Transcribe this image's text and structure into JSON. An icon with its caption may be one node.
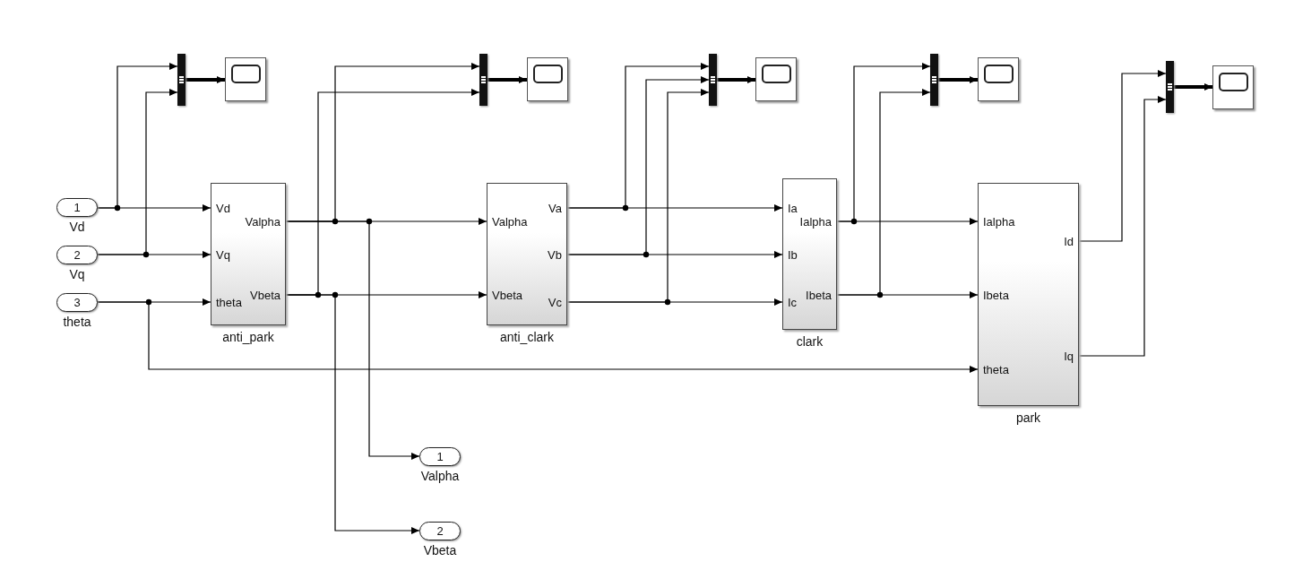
{
  "diagram": {
    "nodes": [
      {
        "text": [
          "1"
        ],
        "beside": [
          "Vd"
        ]
      },
      {
        "text": [
          "2"
        ],
        "beside": [
          "Vq"
        ]
      },
      {
        "text": [
          "3"
        ],
        "beside": [
          "theta"
        ]
      },
      {
        "text": [],
        "shape": "bar"
      },
      {
        "text": [],
        "shape": "box"
      },
      {
        "text": [
          "Vd",
          "Vq",
          "theta",
          "Valpha",
          "Vbeta"
        ],
        "beside": [
          "anti_park"
        ]
      },
      {
        "text": [],
        "shape": "bar"
      },
      {
        "text": [],
        "shape": "box"
      },
      {
        "text": [
          "Valpha",
          "Vbeta",
          "Va",
          "Vb",
          "Vc"
        ],
        "beside": [
          "anti_clark"
        ]
      },
      {
        "text": [
          "1"
        ],
        "beside": [
          "Valpha"
        ]
      },
      {
        "text": [
          "2"
        ],
        "beside": [
          "Vbeta"
        ]
      },
      {
        "text": [],
        "shape": "bar"
      },
      {
        "text": [],
        "shape": "box"
      },
      {
        "text": [
          "Ia",
          "Ib",
          "Ic",
          "Ialpha",
          "Ibeta"
        ],
        "beside": [
          "clark"
        ]
      },
      {
        "text": [],
        "shape": "bar"
      },
      {
        "text": [],
        "shape": "box"
      },
      {
        "text": [
          "Ialpha",
          "Ibeta",
          "theta",
          "Id",
          "Iq"
        ],
        "beside": [
          "park"
        ]
      },
      {
        "text": [],
        "shape": "bar"
      },
      {
        "text": [],
        "shape": "box"
      }
    ],
    "edges": [
      {
        "from": 0,
        "to": 5,
        "arrow": "to"
      },
      {
        "from": 0,
        "to": 3,
        "arrow": "to"
      },
      {
        "from": 1,
        "to": 5,
        "arrow": "to"
      },
      {
        "from": 1,
        "to": 3,
        "arrow": "to"
      },
      {
        "from": 2,
        "to": 5,
        "arrow": "to"
      },
      {
        "from": 2,
        "to": 16,
        "arrow": "to"
      },
      {
        "from": 3,
        "to": 4,
        "arrow": "to",
        "style": "thick"
      },
      {
        "from": 5,
        "to": 8,
        "arrow": "to"
      },
      {
        "from": 5,
        "to": 6,
        "arrow": "to"
      },
      {
        "from": 5,
        "to": 9,
        "arrow": "to"
      },
      {
        "from": 5,
        "to": 8,
        "arrow": "to"
      },
      {
        "from": 5,
        "to": 6,
        "arrow": "to"
      },
      {
        "from": 5,
        "to": 10,
        "arrow": "to"
      },
      {
        "from": 6,
        "to": 7,
        "arrow": "to",
        "style": "thick"
      },
      {
        "from": 8,
        "to": 13,
        "arrow": "to"
      },
      {
        "from": 8,
        "to": 11,
        "arrow": "to"
      },
      {
        "from": 8,
        "to": 13,
        "arrow": "to"
      },
      {
        "from": 8,
        "to": 11,
        "arrow": "to"
      },
      {
        "from": 8,
        "to": 13,
        "arrow": "to"
      },
      {
        "from": 8,
        "to": 11,
        "arrow": "to"
      },
      {
        "from": 11,
        "to": 12,
        "arrow": "to",
        "style": "thick"
      },
      {
        "from": 13,
        "to": 16,
        "arrow": "to"
      },
      {
        "from": 13,
        "to": 14,
        "arrow": "to"
      },
      {
        "from": 13,
        "to": 16,
        "arrow": "to"
      },
      {
        "from": 13,
        "to": 14,
        "arrow": "to"
      },
      {
        "from": 14,
        "to": 15,
        "arrow": "to",
        "style": "thick"
      },
      {
        "from": 16,
        "to": 17,
        "arrow": "to"
      },
      {
        "from": 16,
        "to": 17,
        "arrow": "to"
      },
      {
        "from": 17,
        "to": 18,
        "arrow": "to",
        "style": "thick"
      }
    ]
  }
}
